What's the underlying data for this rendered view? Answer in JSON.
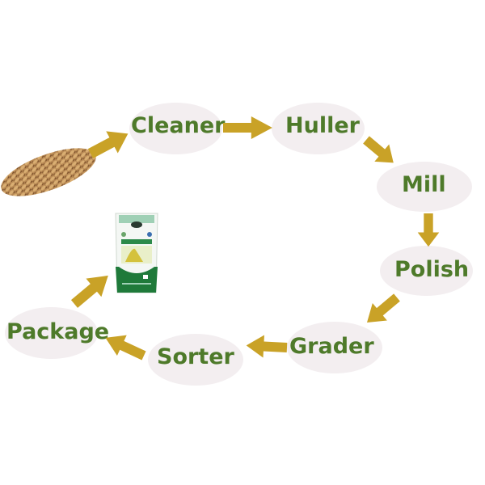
{
  "diagram": {
    "title": "Rice milling process",
    "steps": [
      {
        "id": "cleaner",
        "label": "Cleaner"
      },
      {
        "id": "huller",
        "label": "Huller"
      },
      {
        "id": "mill",
        "label": "Mill"
      },
      {
        "id": "polish",
        "label": "Polish"
      },
      {
        "id": "grader",
        "label": "Grader"
      },
      {
        "id": "sorter",
        "label": "Sorter"
      },
      {
        "id": "package",
        "label": "Package"
      }
    ],
    "input_image": "paddy-grain-pile",
    "output_image": "rice-bag"
  },
  "colors": {
    "arrow": "#c9a227",
    "label": "#4e7a2a",
    "node_fill": "#f3eef0",
    "bag_green": "#1f7a3a"
  }
}
